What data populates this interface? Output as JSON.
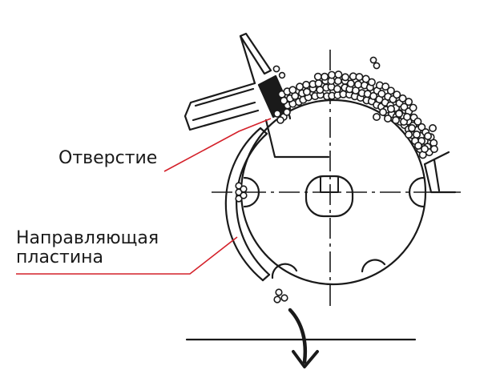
{
  "labels": {
    "hole": "Отверстие",
    "plate_line1": "Направляющая",
    "plate_line2": "пластина"
  },
  "colors": {
    "ink": "#1a1a1a",
    "leader": "#d4212a",
    "background": "#ffffff"
  }
}
